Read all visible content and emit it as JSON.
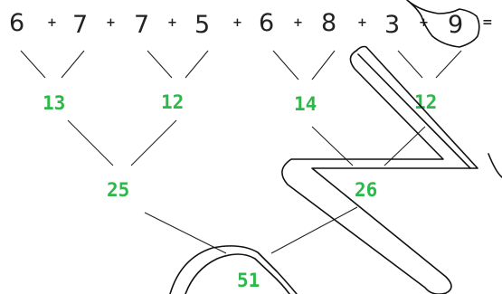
{
  "equation": {
    "terms": [
      "6",
      "7",
      "7",
      "5",
      "6",
      "8",
      "3",
      "9"
    ],
    "plus_sign": "+",
    "equals_sign": "="
  },
  "partial_sums": {
    "level1": [
      "13",
      "12",
      "14",
      "12"
    ],
    "level2": [
      "25",
      "26"
    ],
    "total": "51"
  },
  "colors": {
    "text": "#222222",
    "sum_green": "#2db84a",
    "background": "#ffffff"
  }
}
